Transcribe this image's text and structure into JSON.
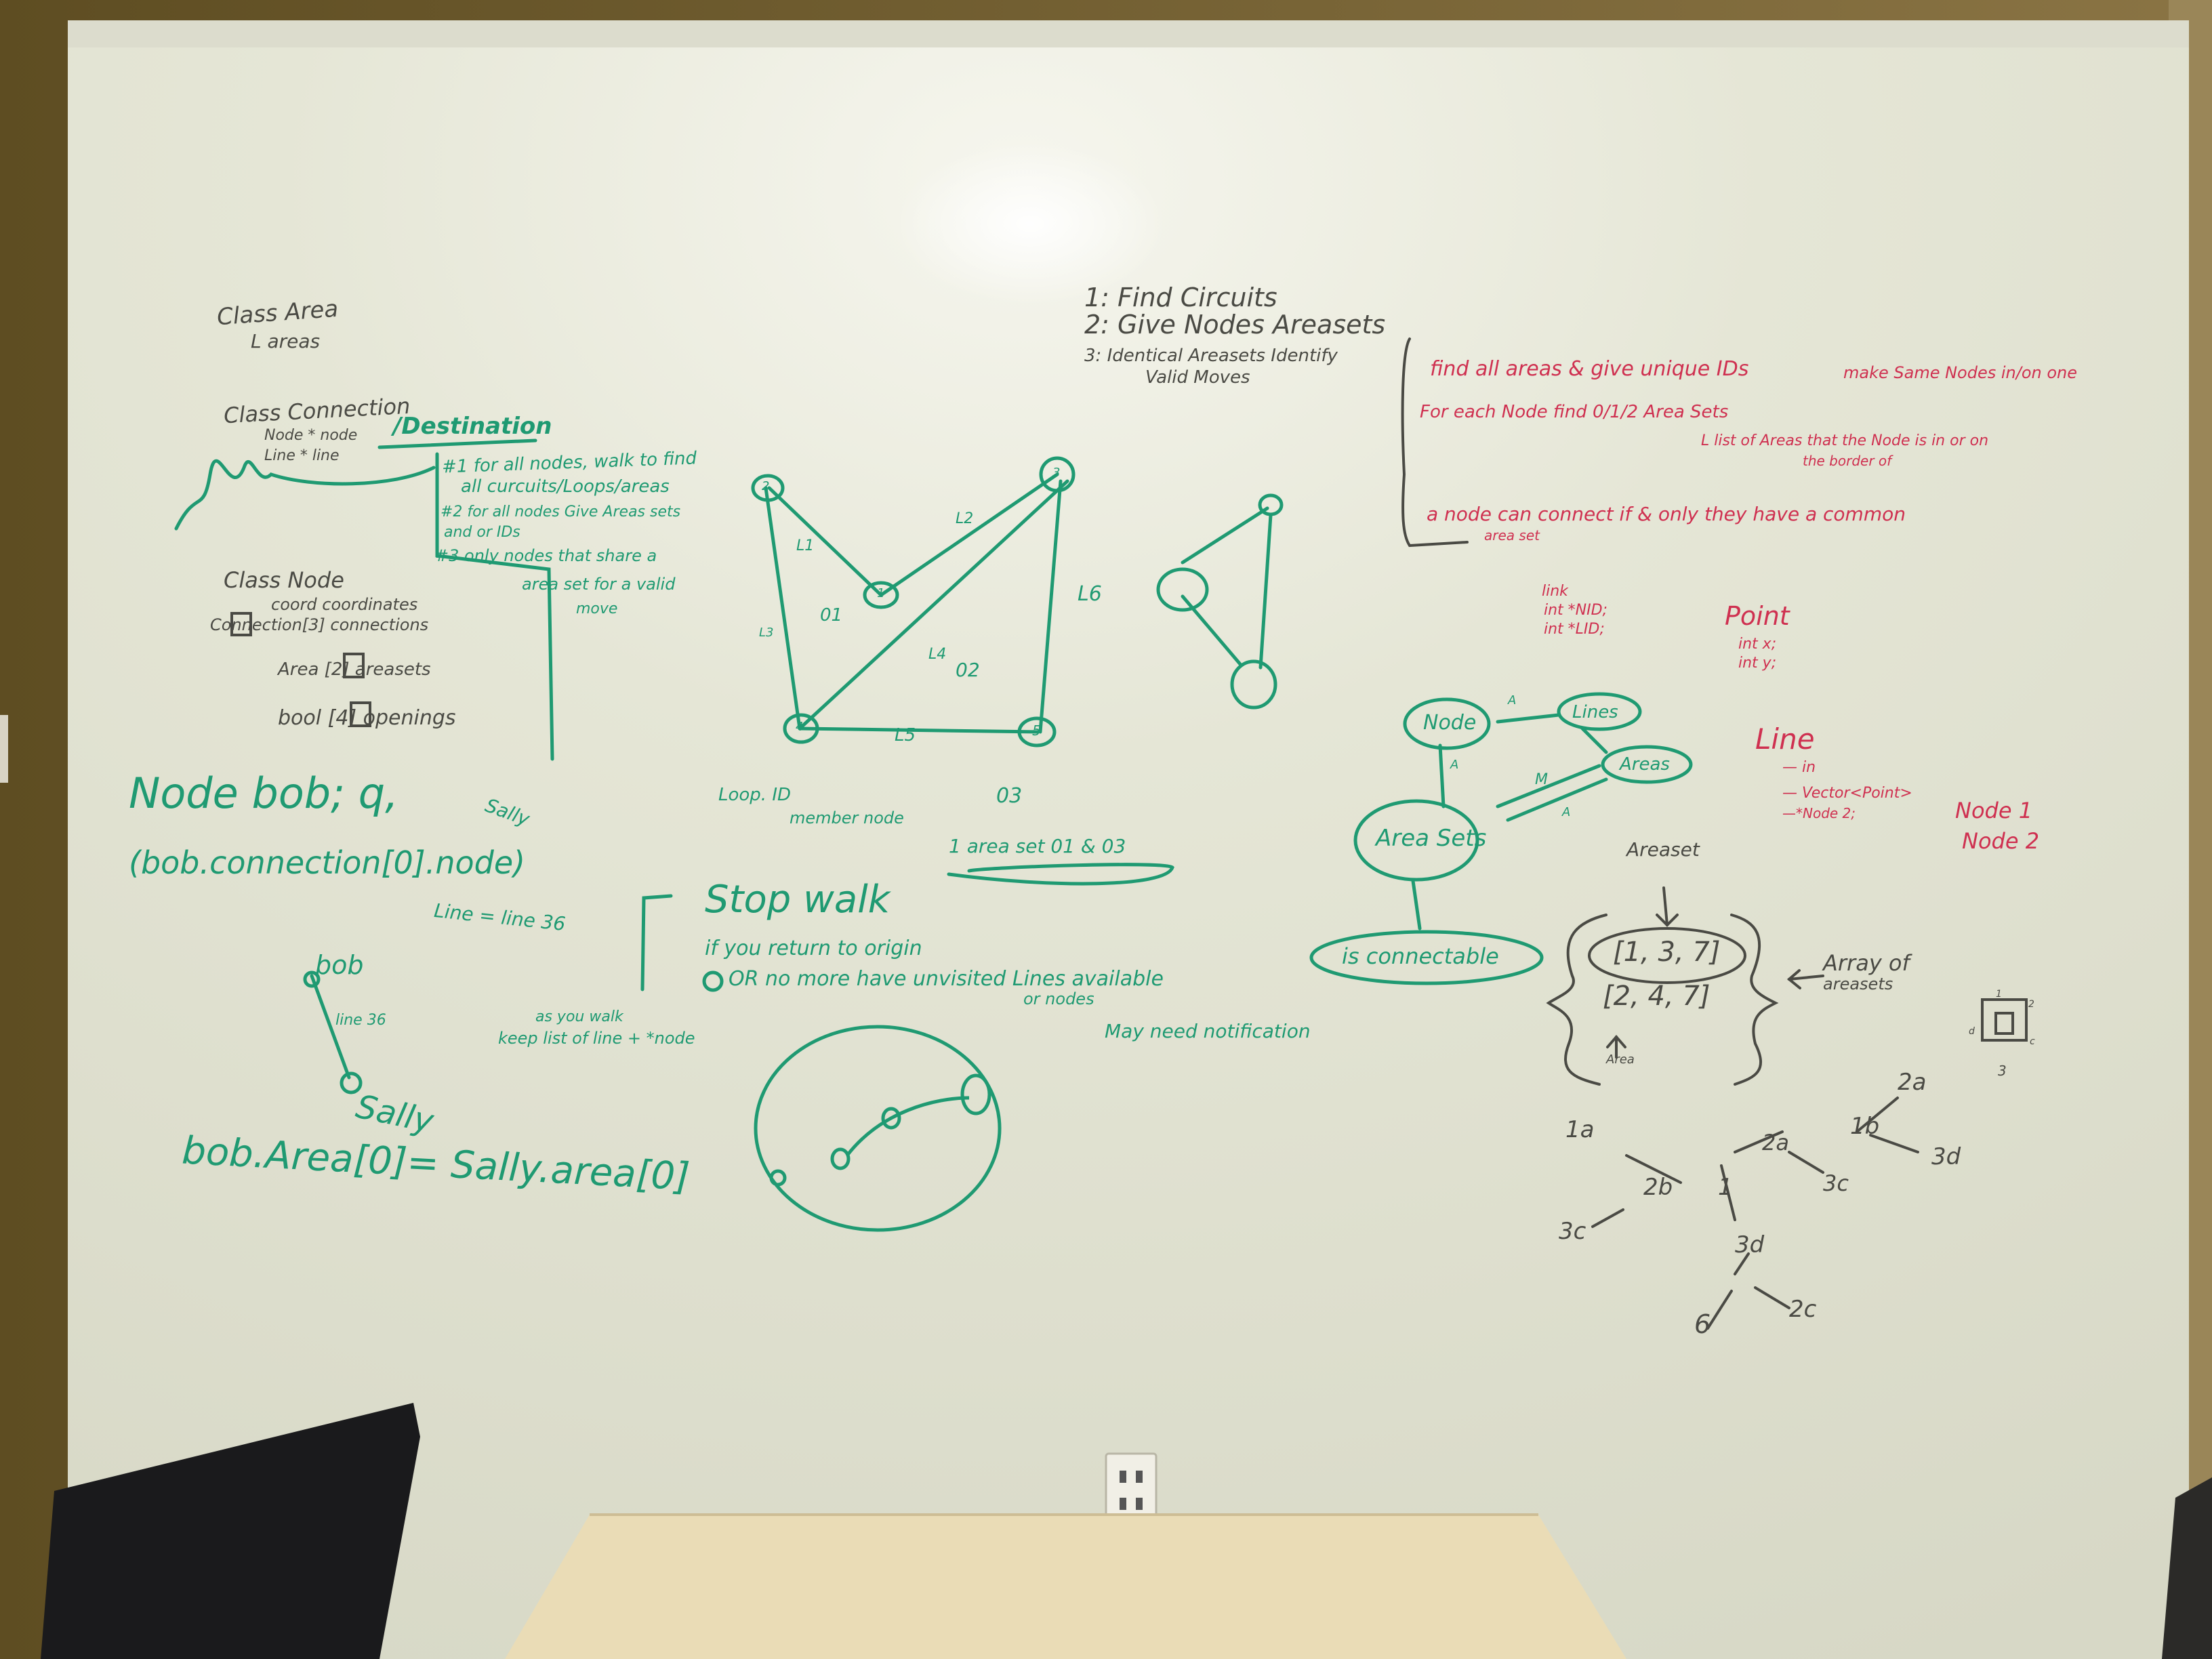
{
  "colors": {
    "wall": "#7a6233",
    "whiteboard": "#e9e8da",
    "green_marker": "#1f9a72",
    "black_marker": "#4a4a44",
    "red_marker": "#cf3050",
    "table": "#eadcb6",
    "chair": "#1a1a1c"
  },
  "board": {
    "black_left": {
      "class_area": "Class   Area",
      "areas_line": "L areas",
      "class_connection": "Class Connection",
      "node_line": "Node  * node",
      "line_line": "Line  * line",
      "destination": "/Destination",
      "class_node": "Class Node",
      "coord": "coord   coordinates",
      "connection": "Connection[3]   connections",
      "area": "Area   [2]    areasets",
      "bool": "bool  [4]    openings"
    },
    "green_left": {
      "node_decl": "Node  bob; q,",
      "sally_small": "Sally",
      "bob_conn": "(bob.connection[0].node)",
      "line_note": "Line = line 36",
      "bob": "bob",
      "line36": "line 36",
      "sally": "Sally",
      "bob_areas": "bob.Area[0]= Sally.area[0]",
      "as_you_walk": "as you walk",
      "keep_list": "keep list of line + *node"
    },
    "green_steps": {
      "step1a": "#1 for all nodes, walk to find",
      "step1b": "all curcuits/Loops/areas",
      "step2a": "#2 for all nodes Give Areas sets",
      "step2b": "and or IDs",
      "step3a": "#3  only nodes that share a",
      "step3b": "area set for a valid",
      "step3c": "move"
    },
    "graph": {
      "nodes": [
        "1",
        "2",
        "3",
        "4",
        "5"
      ],
      "edges": [
        "L1",
        "L2",
        "L3",
        "L4",
        "L5",
        "L6"
      ],
      "regions": [
        "01",
        "02",
        "03"
      ],
      "loop_id": "Loop.  ID",
      "member_node": "member node",
      "area_set": "1  area set  01 & 03"
    },
    "stop_walk": {
      "title": "Stop walk",
      "if_line": "if you return to origin",
      "or_line": "OR no more have unvisited Lines available",
      "or_nodes": "or nodes",
      "may_need": "May need notification"
    },
    "black_top": {
      "item1": "1:  Find  Circuits",
      "item2": "2:  Give  Nodes  Areasets",
      "item3": "3:  Identical Areasets Identify",
      "item4": "Valid  Moves"
    },
    "red_top": {
      "find_all": "find all areas & give unique IDs",
      "make_same": "make  Same  Nodes  in/on one",
      "for_each": "For each Node find 0/1/2  Area Sets",
      "list_of": "L list of Areas  that the Node is in or on",
      "border": "the border of",
      "a_node": "a node can connect  if & only they have a common",
      "area_set": "area set"
    },
    "red_mid": {
      "link": "link",
      "nid": "int *NID;",
      "lid": "int *LID;",
      "point": "Point",
      "int_x": "int x;",
      "int_y": "int y;",
      "line": "Line",
      "dash_in": "— in",
      "vector": "— Vector<Point>",
      "node2": "—*Node  2;",
      "node1_lbl": "Node 1",
      "node2_lbl": "Node 2"
    },
    "green_diagram": {
      "node": "Node",
      "lines": "Lines",
      "areas": "Areas",
      "area_sets": "Area Sets",
      "is_connectable": "is connectable",
      "a": "A",
      "m": "M"
    },
    "black_right": {
      "areaset": "Areaset",
      "set1": "[1, 3, 7]",
      "set2": "[2, 4, 7]",
      "array_of": "Array of",
      "areasets": "areasets",
      "area": "Area",
      "tree": [
        "2a",
        "1b",
        "3d",
        "1a",
        "2a",
        "3c",
        "2b",
        "1",
        "3c",
        "3d",
        "6",
        "2c"
      ],
      "tiny": [
        "1",
        "2",
        "3",
        "d",
        "c"
      ]
    }
  }
}
